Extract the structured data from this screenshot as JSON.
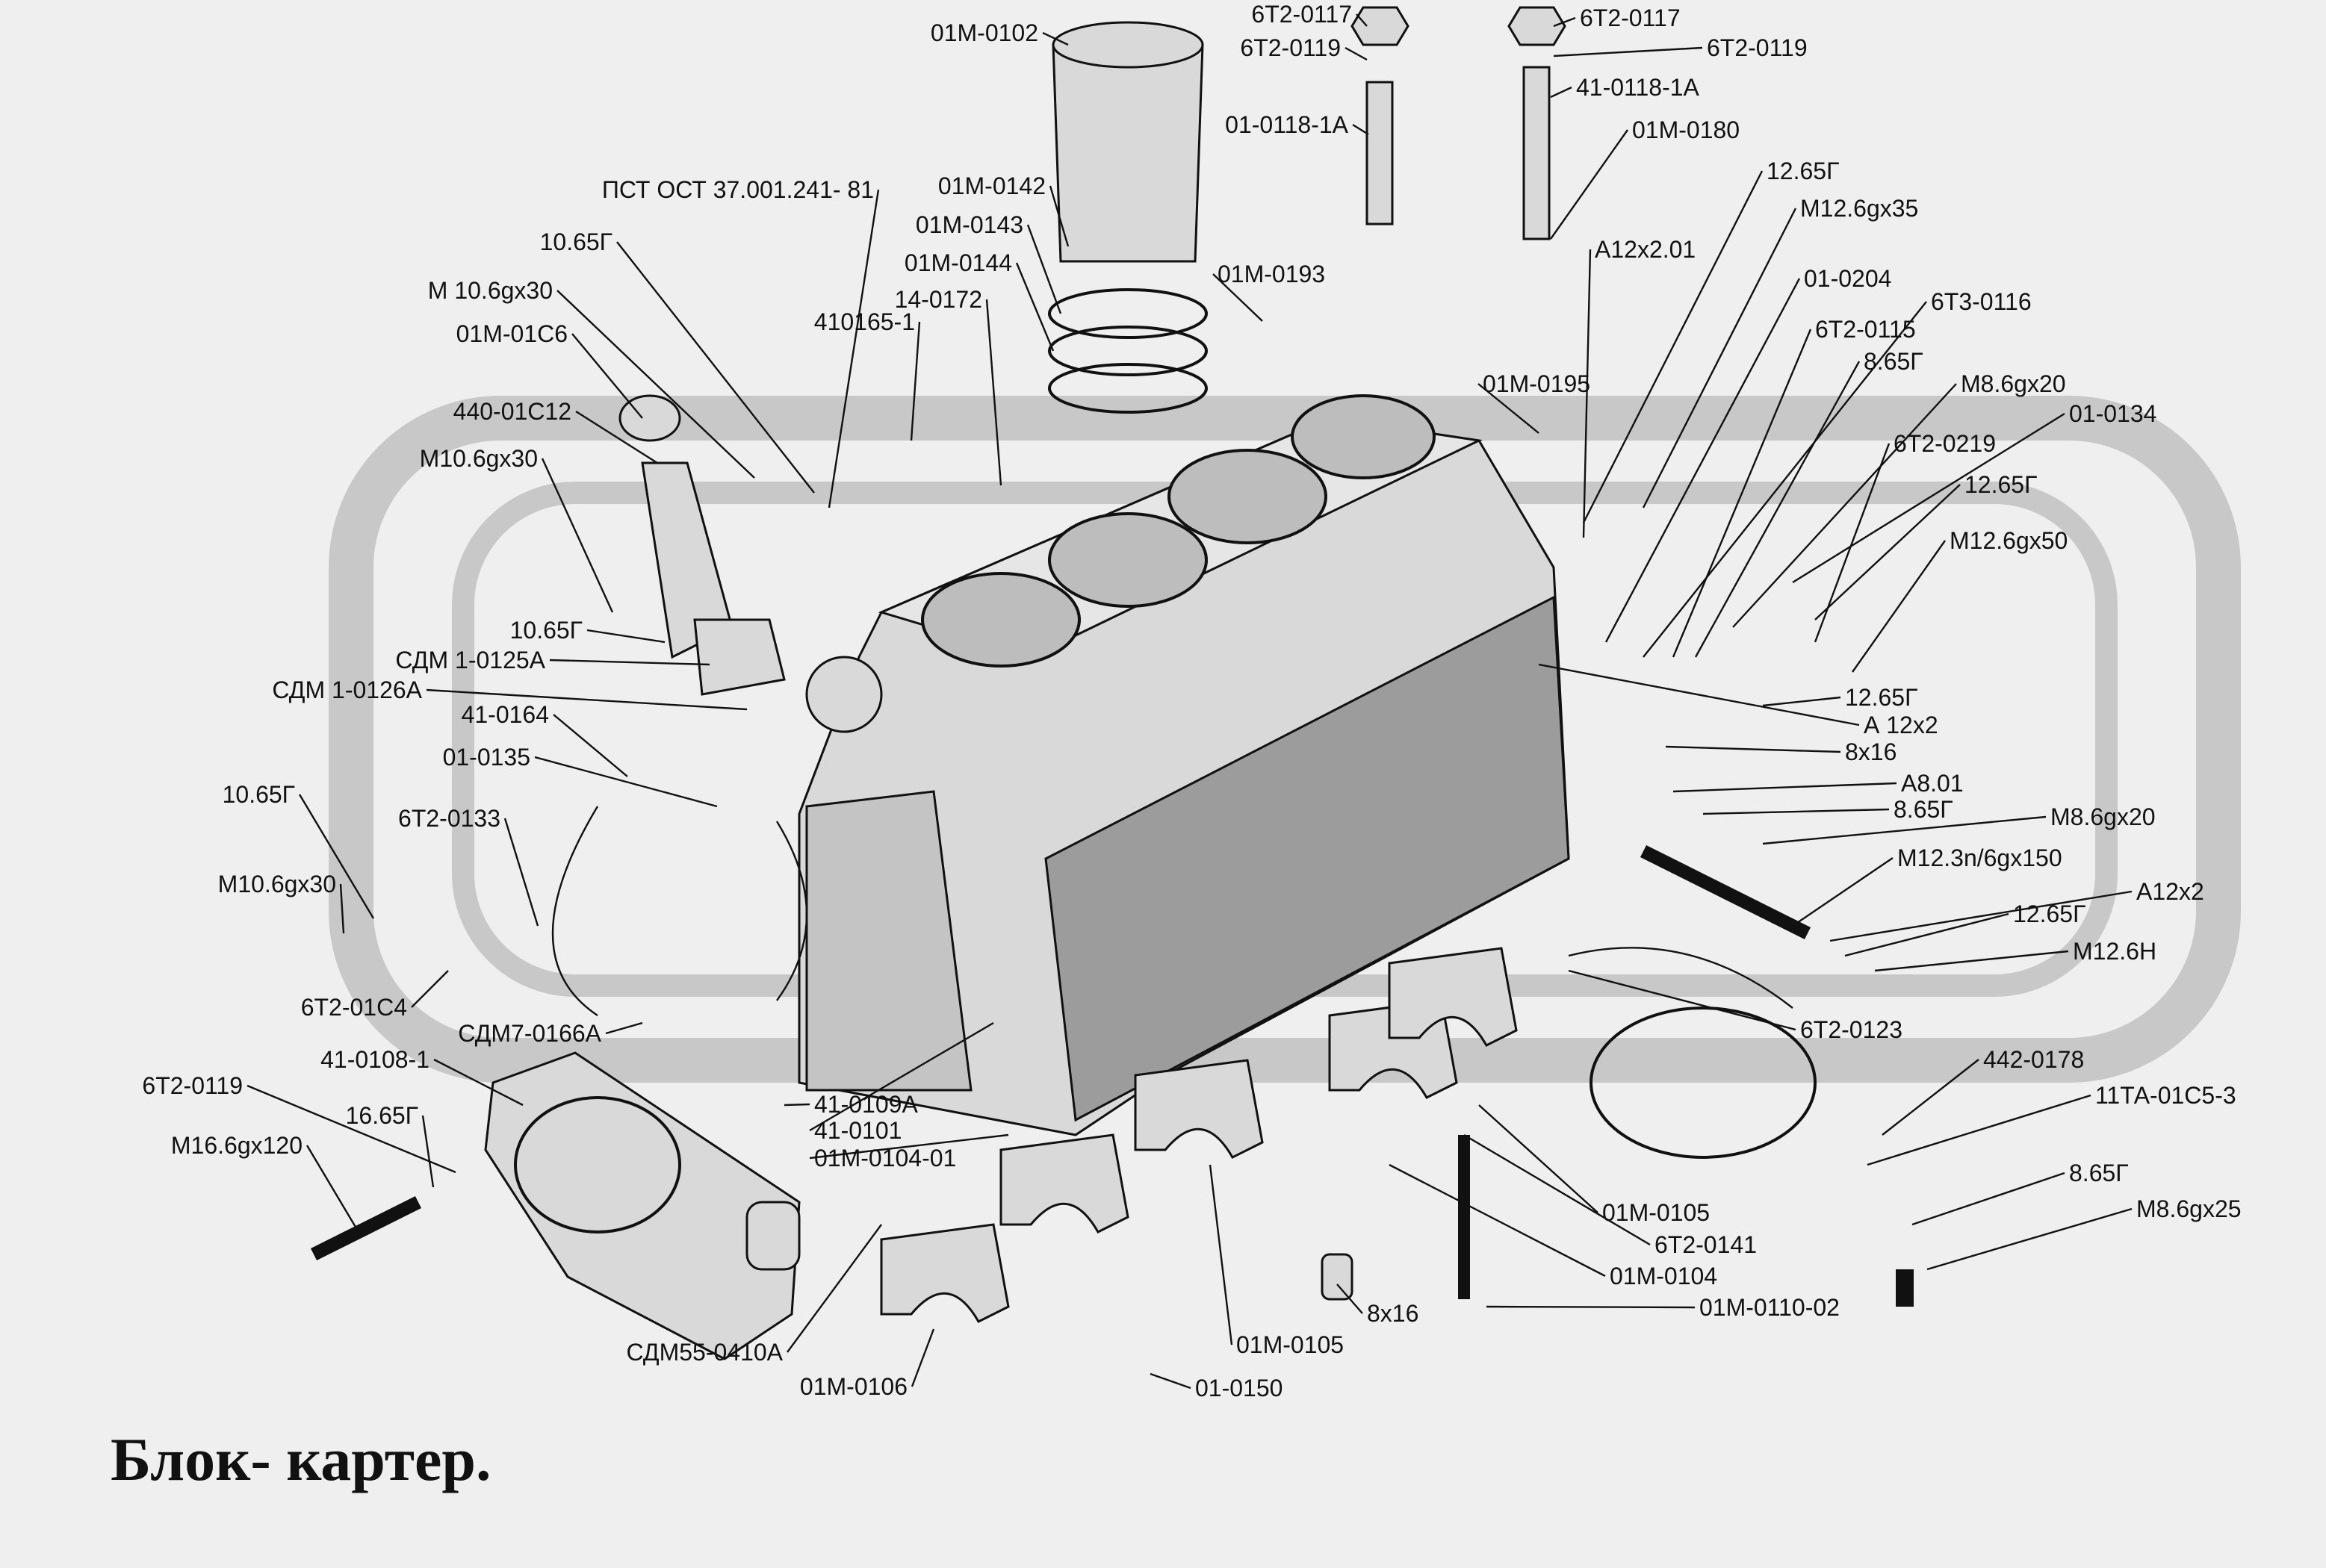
{
  "title": "Блок- картер.",
  "colors": {
    "background": "#efefef",
    "ink": "#111111",
    "part": "#d9d9d9",
    "watermark": "#c8c8c8"
  },
  "callouts": [
    {
      "id": "01M-0102",
      "text": "01М-0102"
    },
    {
      "id": "6T2-0117-a",
      "text": "6Т2-0117"
    },
    {
      "id": "6T2-0119-a",
      "text": "6Т2-0119"
    },
    {
      "id": "6T2-0117-b",
      "text": "6Т2-0117"
    },
    {
      "id": "6T2-0119-b",
      "text": "6Т2-0119"
    },
    {
      "id": "01-0118-1A",
      "text": "01-0118-1А"
    },
    {
      "id": "41-0118-1A",
      "text": "41-0118-1А"
    },
    {
      "id": "01M-0180",
      "text": "01М-0180"
    },
    {
      "id": "PST",
      "text": "ПСТ ОСТ 37.001.241- 81"
    },
    {
      "id": "01M-0142",
      "text": "01М-0142"
    },
    {
      "id": "01M-0143",
      "text": "01М-0143"
    },
    {
      "id": "01M-0144",
      "text": "01М-0144"
    },
    {
      "id": "14-0172",
      "text": "14-0172"
    },
    {
      "id": "410165-1",
      "text": "410165-1"
    },
    {
      "id": "10.65G-a",
      "text": "10.65Г"
    },
    {
      "id": "M10.6gx30-a",
      "text": "М 10.6gх30"
    },
    {
      "id": "01M-01C6",
      "text": "01М-01С6"
    },
    {
      "id": "440-01C12",
      "text": "440-01С12"
    },
    {
      "id": "M10.6gx30-b",
      "text": "М10.6gх30"
    },
    {
      "id": "10.65G-b",
      "text": "10.65Г"
    },
    {
      "id": "SDM-0125A",
      "text": "СДМ 1-0125А"
    },
    {
      "id": "SDM-0126A",
      "text": "СДМ 1-0126А"
    },
    {
      "id": "41-0164",
      "text": "41-0164"
    },
    {
      "id": "01-0135",
      "text": "01-0135"
    },
    {
      "id": "10.65G-c",
      "text": "10.65Г"
    },
    {
      "id": "6T2-0133",
      "text": "6Т2-0133"
    },
    {
      "id": "M10.6gx30-c",
      "text": "М10.6gх30"
    },
    {
      "id": "6T2-01C4",
      "text": "6Т2-01С4"
    },
    {
      "id": "SDM7-0166A",
      "text": "СДМ7-0166А"
    },
    {
      "id": "41-0108-1",
      "text": "41-0108-1"
    },
    {
      "id": "6T2-0119-c",
      "text": "6Т2-0119"
    },
    {
      "id": "16.65G",
      "text": "16.65Г"
    },
    {
      "id": "M16.6gx120",
      "text": "М16.6gх120"
    },
    {
      "id": "SDM55-0410A",
      "text": "СДМ55-0410А"
    },
    {
      "id": "01M-0106",
      "text": "01М-0106"
    },
    {
      "id": "01-0150",
      "text": "01-0150"
    },
    {
      "id": "01M-0105-a",
      "text": "01М-0105"
    },
    {
      "id": "8x16-a",
      "text": "8х16"
    },
    {
      "id": "41-0109A",
      "text": "41-0109А"
    },
    {
      "id": "41-0101",
      "text": "41-0101"
    },
    {
      "id": "01M-0104-01",
      "text": "01М-0104-01"
    },
    {
      "id": "01M-0193",
      "text": "01М-0193"
    },
    {
      "id": "01M-0195",
      "text": "01М-0195"
    },
    {
      "id": "12.65G-a",
      "text": "12.65Г"
    },
    {
      "id": "M12.6gx35",
      "text": "М12.6gх35"
    },
    {
      "id": "A12x2.01",
      "text": "А12х2.01"
    },
    {
      "id": "01-0204",
      "text": "01-0204"
    },
    {
      "id": "6T3-0116",
      "text": "6Т3-0116"
    },
    {
      "id": "6T2-0115",
      "text": "6Т2-0115"
    },
    {
      "id": "8.65G-a",
      "text": "8.65Г"
    },
    {
      "id": "M8.6gx20-a",
      "text": "М8.6gх20"
    },
    {
      "id": "01-0134",
      "text": "01-0134"
    },
    {
      "id": "6T2-0219",
      "text": "6Т2-0219"
    },
    {
      "id": "12.65G-b",
      "text": "12.65Г"
    },
    {
      "id": "M12.6gx50",
      "text": "М12.6gх50"
    },
    {
      "id": "12.65G-c",
      "text": "12.65Г"
    },
    {
      "id": "A12x2-a",
      "text": "А 12х2"
    },
    {
      "id": "8x16-b",
      "text": "8х16"
    },
    {
      "id": "A8.01",
      "text": "А8.01"
    },
    {
      "id": "8.65G-b",
      "text": "8.65Г"
    },
    {
      "id": "M8.6gx20-b",
      "text": "М8.6gх20"
    },
    {
      "id": "M12.3n6gx150",
      "text": "М12.3n/6gх150"
    },
    {
      "id": "A12x2-b",
      "text": "А12х2"
    },
    {
      "id": "12.65G-d",
      "text": "12.65Г"
    },
    {
      "id": "M12.6H",
      "text": "М12.6Н"
    },
    {
      "id": "6T2-0123",
      "text": "6Т2-0123"
    },
    {
      "id": "442-0178",
      "text": "442-0178"
    },
    {
      "id": "11TA-01C5-3",
      "text": "11ТА-01С5-3"
    },
    {
      "id": "8.65G-c",
      "text": "8.65Г"
    },
    {
      "id": "M8.6gx25",
      "text": "М8.6gх25"
    },
    {
      "id": "01M-0105-b",
      "text": "01М-0105"
    },
    {
      "id": "6T2-0141",
      "text": "6Т2-0141"
    },
    {
      "id": "01M-0104",
      "text": "01М-0104"
    },
    {
      "id": "01M-0110-02",
      "text": "01М-0110-02"
    }
  ]
}
